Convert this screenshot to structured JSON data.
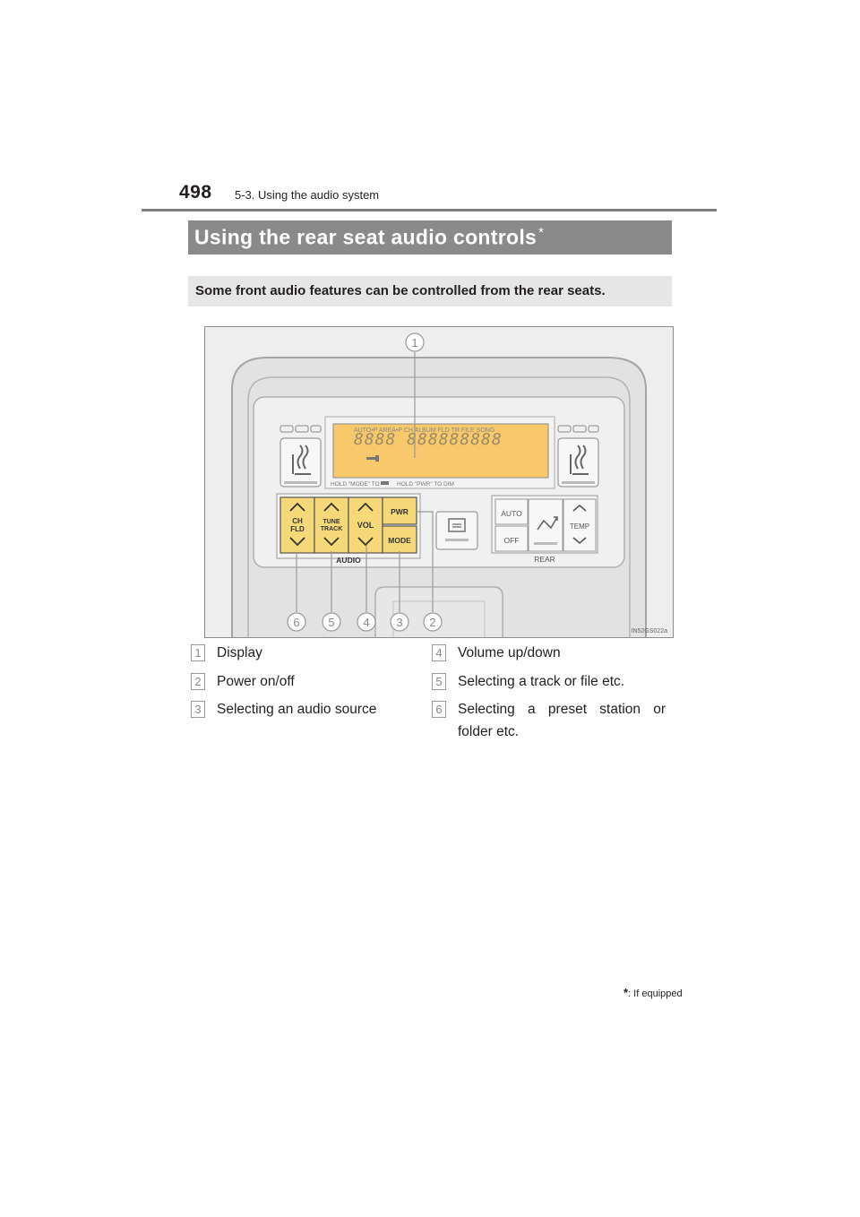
{
  "header": {
    "page_number": "498",
    "section": "5-3. Using the audio system"
  },
  "title": {
    "text": "Using the rear seat audio controls",
    "marker": "*"
  },
  "intro": "Some front audio features can be controlled from the rear seats.",
  "figure": {
    "code": "IN52GS022a",
    "display_top_text": "AUTO•P AREA•P CH ALBUM FLD TR FILE SONG",
    "display_segments": "8888  888888888",
    "display_bottom_left": "HOLD \"MODE\" TO",
    "display_bottom_right": "HOLD \"PWR\" TO DIM",
    "buttons": {
      "ch_fld": [
        "CH",
        "FLD"
      ],
      "tune_track": [
        "TUNE",
        "TRACK"
      ],
      "vol": "VOL",
      "pwr": "PWR",
      "mode": "MODE",
      "audio": "AUDIO",
      "auto": "AUTO",
      "off": "OFF",
      "temp": "TEMP",
      "rear": "REAR"
    },
    "callouts": [
      "1",
      "6",
      "5",
      "4",
      "3",
      "2"
    ]
  },
  "legend": [
    {
      "num": "1",
      "text": "Display"
    },
    {
      "num": "2",
      "text": "Power on/off"
    },
    {
      "num": "3",
      "text": "Selecting an audio source"
    },
    {
      "num": "4",
      "text": "Volume up/down"
    },
    {
      "num": "5",
      "text": "Selecting a track or file etc."
    },
    {
      "num": "6",
      "text": "Selecting a preset station or folder etc."
    }
  ],
  "footnote": {
    "star": "*",
    "text": ": If equipped"
  },
  "colors": {
    "title_bar": "#8a8a8a",
    "intro_box": "#e6e6e6",
    "display_lcd": "#f7c96a",
    "audio_buttons": "#f5d978",
    "callout_gray": "#9a9a9a"
  }
}
